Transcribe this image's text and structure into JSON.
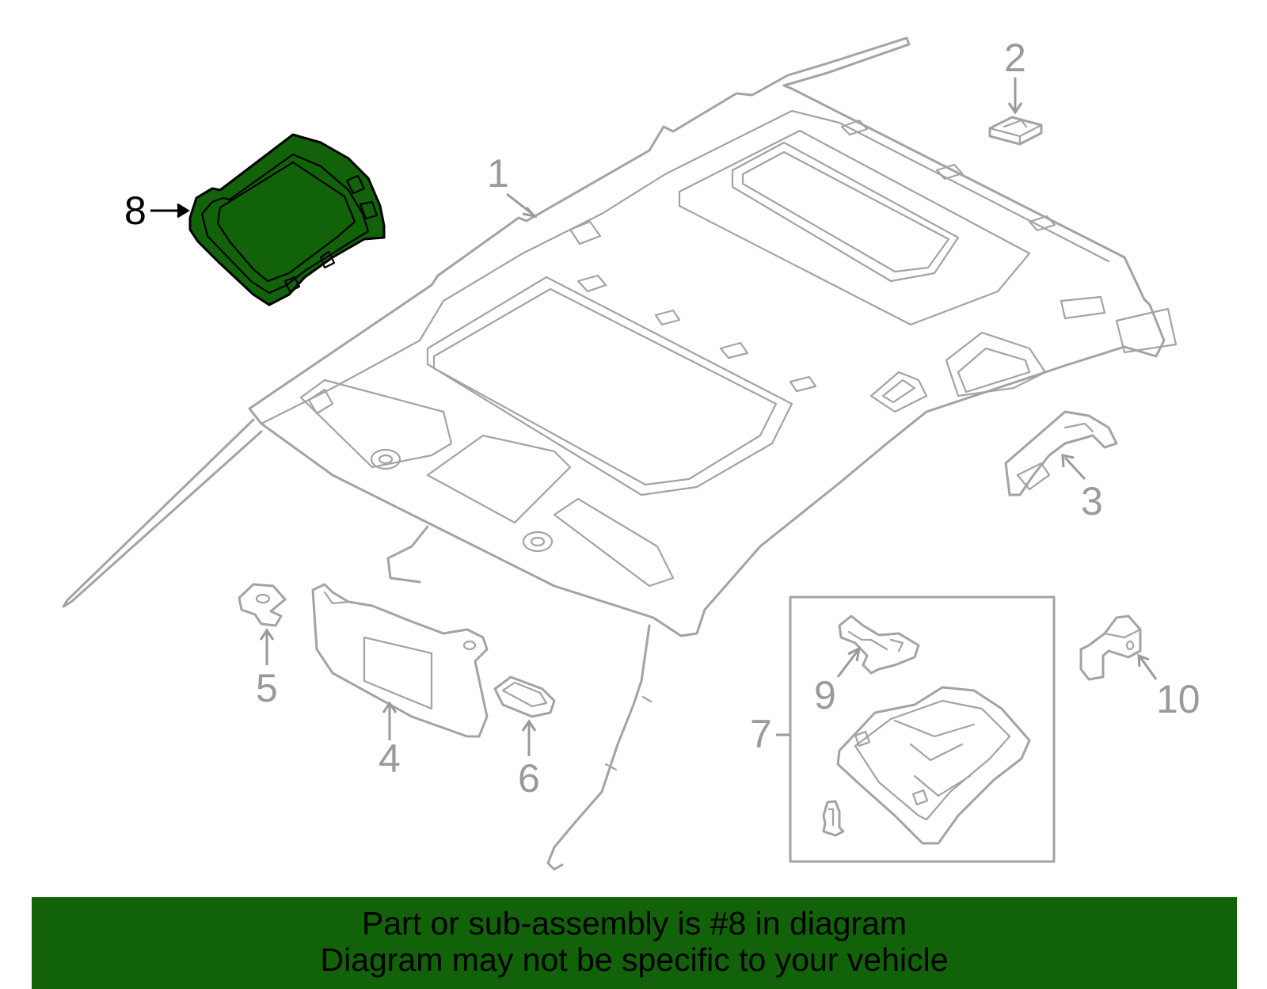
{
  "diagram": {
    "highlight_color": "#116209",
    "callouts": [
      {
        "id": "1",
        "label": "1",
        "highlighted": false
      },
      {
        "id": "2",
        "label": "2",
        "highlighted": false
      },
      {
        "id": "3",
        "label": "3",
        "highlighted": false
      },
      {
        "id": "4",
        "label": "4",
        "highlighted": false
      },
      {
        "id": "5",
        "label": "5",
        "highlighted": false
      },
      {
        "id": "6",
        "label": "6",
        "highlighted": false
      },
      {
        "id": "7",
        "label": "7",
        "highlighted": false
      },
      {
        "id": "8",
        "label": "8",
        "highlighted": true
      },
      {
        "id": "9",
        "label": "9",
        "highlighted": false
      },
      {
        "id": "10",
        "label": "10",
        "highlighted": false
      }
    ]
  },
  "banner": {
    "line1": "Part or sub-assembly is #8 in diagram",
    "line2": "Diagram may not be specific to your vehicle",
    "background": "#116209"
  }
}
